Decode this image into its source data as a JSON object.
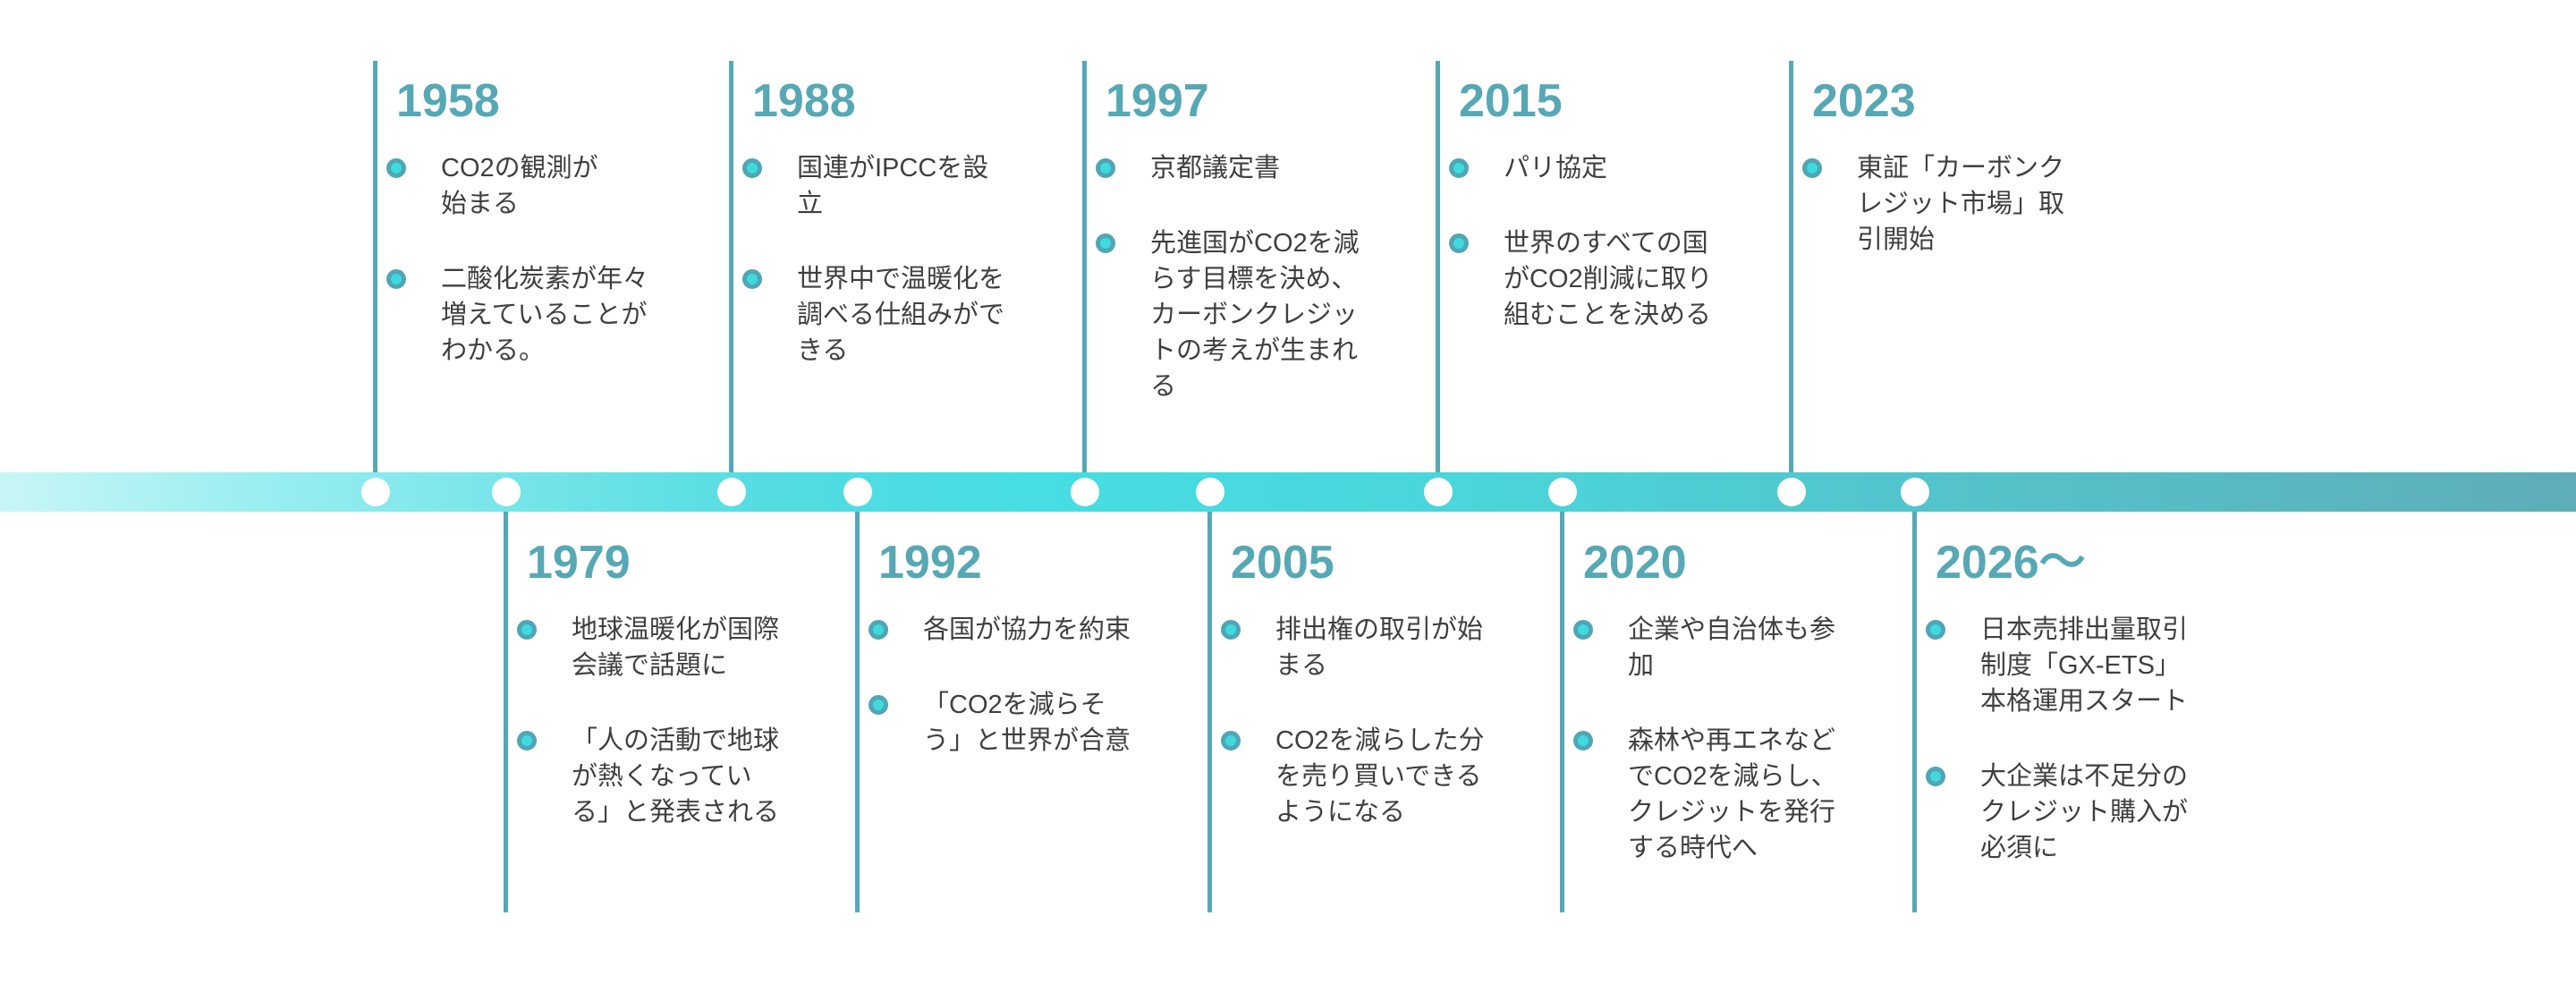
{
  "timeline": {
    "accent_colors": {
      "year_text": "#57a8b5",
      "connector_line": "#55a8b6",
      "bullet_ring": "#4fa6b4",
      "bullet_fill": "#3edade",
      "bar_gradient_left": "#c9f6f7",
      "bar_gradient_middle": "#46dee2",
      "bar_gradient_right": "#5eadb9",
      "marker_dot": "#ffffff",
      "body_text": "#3f3f3f"
    },
    "events": [
      {
        "year": "1958",
        "items": [
          "CO2の観測が\n始まる",
          "二酸化炭素が年々\n増えていることが\nわかる。"
        ]
      },
      {
        "year": "1979",
        "items": [
          "地球温暖化が国際\n会議で話題に",
          "「人の活動で地球\nが熱くなってい\nる」と発表される"
        ]
      },
      {
        "year": "1988",
        "items": [
          "国連がIPCCを設\n立",
          "世界中で温暖化を\n調べる仕組みがで\nきる"
        ]
      },
      {
        "year": "1992",
        "items": [
          "各国が協力を約束",
          "「CO2を減らそ\nう」と世界が合意"
        ]
      },
      {
        "year": "1997",
        "items": [
          "京都議定書",
          "先進国がCO2を減\nらす目標を決め、\nカーボンクレジッ\nトの考えが生まれ\nる"
        ]
      },
      {
        "year": "2005",
        "items": [
          "排出権の取引が始\nまる",
          "CO2を減らした分\nを売り買いできる\nようになる"
        ]
      },
      {
        "year": "2015",
        "items": [
          "パリ協定",
          "世界のすべての国\nがCO2削減に取り\n組むことを決める"
        ]
      },
      {
        "year": "2020",
        "items": [
          "企業や自治体も参\n加",
          "森林や再エネなど\nでCO2を減らし、\nクレジットを発行\nする時代へ"
        ]
      },
      {
        "year": "2023",
        "items": [
          "東証「カーボンク\nレジット市場」取\n引開始"
        ]
      },
      {
        "year": "2026〜",
        "items": [
          "日本売排出量取引\n制度「GX-ETS」\n本格運用スタート",
          "大企業は不足分の\nクレジット購入が\n必須に"
        ]
      }
    ]
  }
}
